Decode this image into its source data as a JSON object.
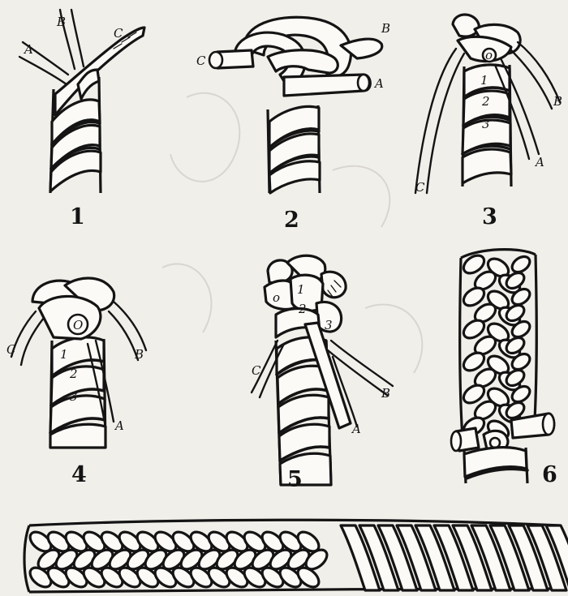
{
  "figures": [
    {
      "number": "1",
      "strands": [
        "A",
        "B",
        "C"
      ]
    },
    {
      "number": "2",
      "strands": [
        "A",
        "B",
        "C"
      ]
    },
    {
      "number": "3",
      "strands": [
        "A",
        "B",
        "C"
      ],
      "tucks": [
        "1",
        "2",
        "3"
      ]
    },
    {
      "number": "4",
      "strands": [
        "A",
        "B",
        "C"
      ],
      "tucks": [
        "1",
        "2",
        "3"
      ]
    },
    {
      "number": "5",
      "strands": [
        "A",
        "B",
        "C"
      ],
      "tucks": [
        "1",
        "2",
        "3"
      ]
    },
    {
      "number": "6"
    },
    {
      "number": ""
    }
  ],
  "strand_end_marks": {
    "fig3": "o",
    "fig4": "O",
    "fig5": "o"
  },
  "colors": {
    "ink": "#141414",
    "paper": "#f1efea",
    "rope": "#fbfaf6"
  }
}
